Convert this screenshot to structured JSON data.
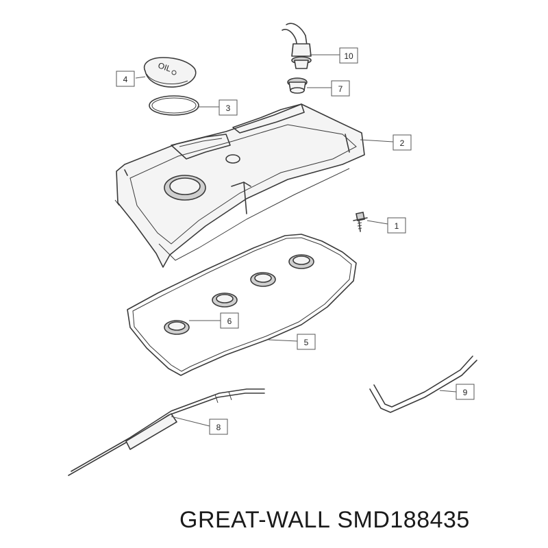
{
  "callouts": {
    "c1": "1",
    "c2": "2",
    "c3": "3",
    "c4": "4",
    "c5": "5",
    "c6": "6",
    "c7": "7",
    "c8": "8",
    "c9": "9",
    "c10": "10"
  },
  "oil_cap_text": "OIL",
  "caption": {
    "brand": "GREAT-WALL",
    "part_number": "SMD188435"
  }
}
